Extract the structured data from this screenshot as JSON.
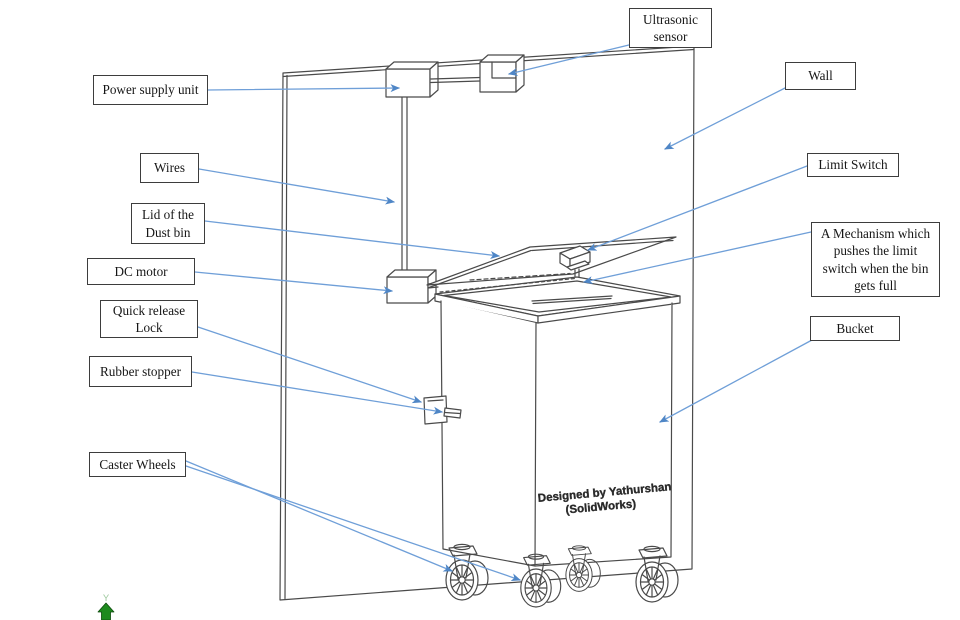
{
  "callouts": [
    {
      "id": "ultrasonic-sensor",
      "text": "Ultrasonic sensor"
    },
    {
      "id": "power-supply-unit",
      "text": "Power supply unit"
    },
    {
      "id": "wall",
      "text": "Wall"
    },
    {
      "id": "wires",
      "text": "Wires"
    },
    {
      "id": "limit-switch",
      "text": "Limit Switch"
    },
    {
      "id": "lid-of-dust-bin",
      "text": "Lid of the Dust bin"
    },
    {
      "id": "mechanism",
      "text": "A Mechanism which pushes the limit switch when the bin gets full"
    },
    {
      "id": "dc-motor",
      "text": "DC motor"
    },
    {
      "id": "quick-release-lock",
      "text": "Quick release Lock"
    },
    {
      "id": "rubber-stopper",
      "text": "Rubber stopper"
    },
    {
      "id": "bucket",
      "text": "Bucket"
    },
    {
      "id": "caster-wheels",
      "text": "Caster Wheels"
    }
  ],
  "drawing": {
    "designed_by_line1": "Designed by Yathurshan",
    "designed_by_line2": "(SolidWorks)",
    "axis_y_label": "Y"
  },
  "colors": {
    "line": "#4a4a4a",
    "callout_line": "#6f9fd8",
    "arrowhead": "#4f86c6",
    "axis_green": "#1e8a1e",
    "axis_label_green": "#9cc89c",
    "background": "#ffffff"
  }
}
